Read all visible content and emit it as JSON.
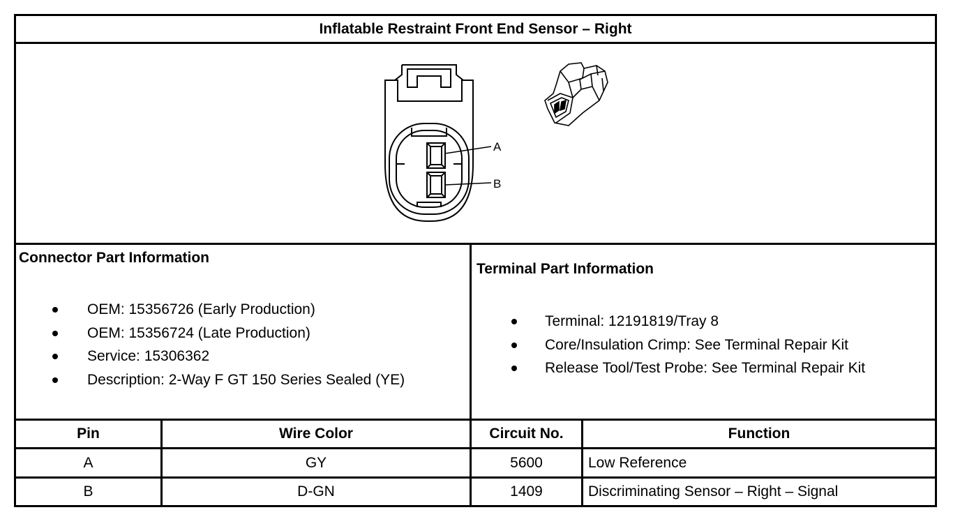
{
  "title": "Inflatable Restraint Front End Sensor – Right",
  "connector_diagram": {
    "pin_labels": [
      "A",
      "B"
    ]
  },
  "connector_info": {
    "heading": "Connector Part Information",
    "items": [
      "OEM: 15356726 (Early Production)",
      "OEM: 15356724 (Late Production)",
      "Service: 15306362",
      "Description: 2-Way F GT 150 Series Sealed (YE)"
    ]
  },
  "terminal_info": {
    "heading": "Terminal Part Information",
    "items": [
      "Terminal: 12191819/Tray 8",
      "Core/Insulation Crimp: See Terminal Repair Kit",
      "Release Tool/Test Probe: See Terminal Repair Kit"
    ]
  },
  "pin_table": {
    "headers": [
      "Pin",
      "Wire Color",
      "Circuit No.",
      "Function"
    ],
    "rows": [
      [
        "A",
        "GY",
        "5600",
        "Low Reference"
      ],
      [
        "B",
        "D-GN",
        "1409",
        "Discriminating Sensor – Right – Signal"
      ]
    ]
  }
}
